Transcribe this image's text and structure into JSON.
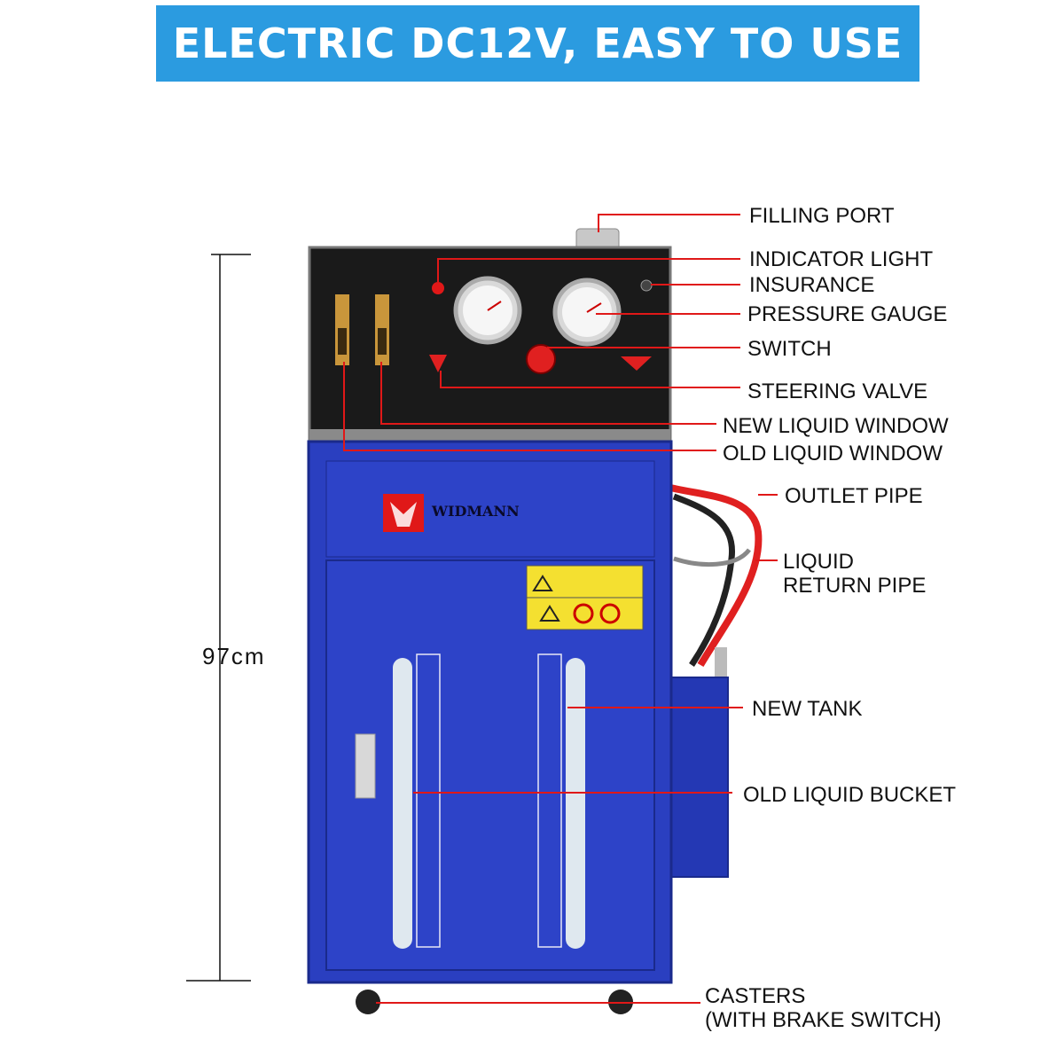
{
  "banner": {
    "title": "ELECTRIC DC12V, EASY TO USE"
  },
  "dimension": {
    "height_label": "97cm"
  },
  "brand": {
    "name": "WIDMANN"
  },
  "callouts": [
    {
      "label": "FILLING PORT"
    },
    {
      "label": "INDICATOR LIGHT"
    },
    {
      "label": "INSURANCE"
    },
    {
      "label": "PRESSURE GAUGE"
    },
    {
      "label": "SWITCH"
    },
    {
      "label": "STEERING VALVE"
    },
    {
      "label": "NEW LIQUID WINDOW"
    },
    {
      "label": "OLD LIQUID WINDOW"
    },
    {
      "label": "OUTLET PIPE"
    },
    {
      "label": "LIQUID\nRETURN PIPE"
    },
    {
      "label": "NEW TANK"
    },
    {
      "label": "OLD LIQUID BUCKET"
    },
    {
      "label": "CASTERS\n(WITH BRAKE SWITCH)"
    }
  ],
  "colors": {
    "banner": "#2b9be0",
    "cabinet": "#2a3fc0",
    "panel": "#161616",
    "leader": "#e01818"
  }
}
